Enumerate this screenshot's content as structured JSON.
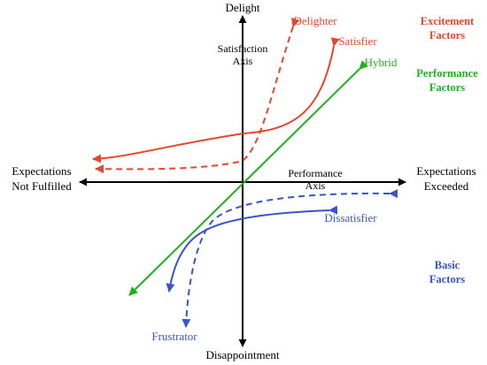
{
  "axes": {
    "top": "Delight",
    "bottom": "Disappointment",
    "left_line1": "Expectations",
    "left_line2": "Not Fulfilled",
    "right_line1": "Expectations",
    "right_line2": "Exceeded",
    "vertical_line1": "Satisfaction",
    "vertical_line2": "Axis",
    "horizontal_line1": "Performance",
    "horizontal_line2": "Axis"
  },
  "curves": {
    "delighter": "Delighter",
    "satisfier": "Satisfier",
    "hybrid": "Hybrid",
    "dissatisfier": "Dissatisfier",
    "frustrator": "Frustrator"
  },
  "categories": {
    "excitement_line1": "Excitement",
    "excitement_line2": "Factors",
    "performance_line1": "Performance",
    "performance_line2": "Factors",
    "basic_line1": "Basic",
    "basic_line2": "Factors"
  },
  "colors": {
    "excitement": "#e8462c",
    "performance": "#1fb11f",
    "basic": "#3a55cc",
    "axis": "#000000"
  }
}
